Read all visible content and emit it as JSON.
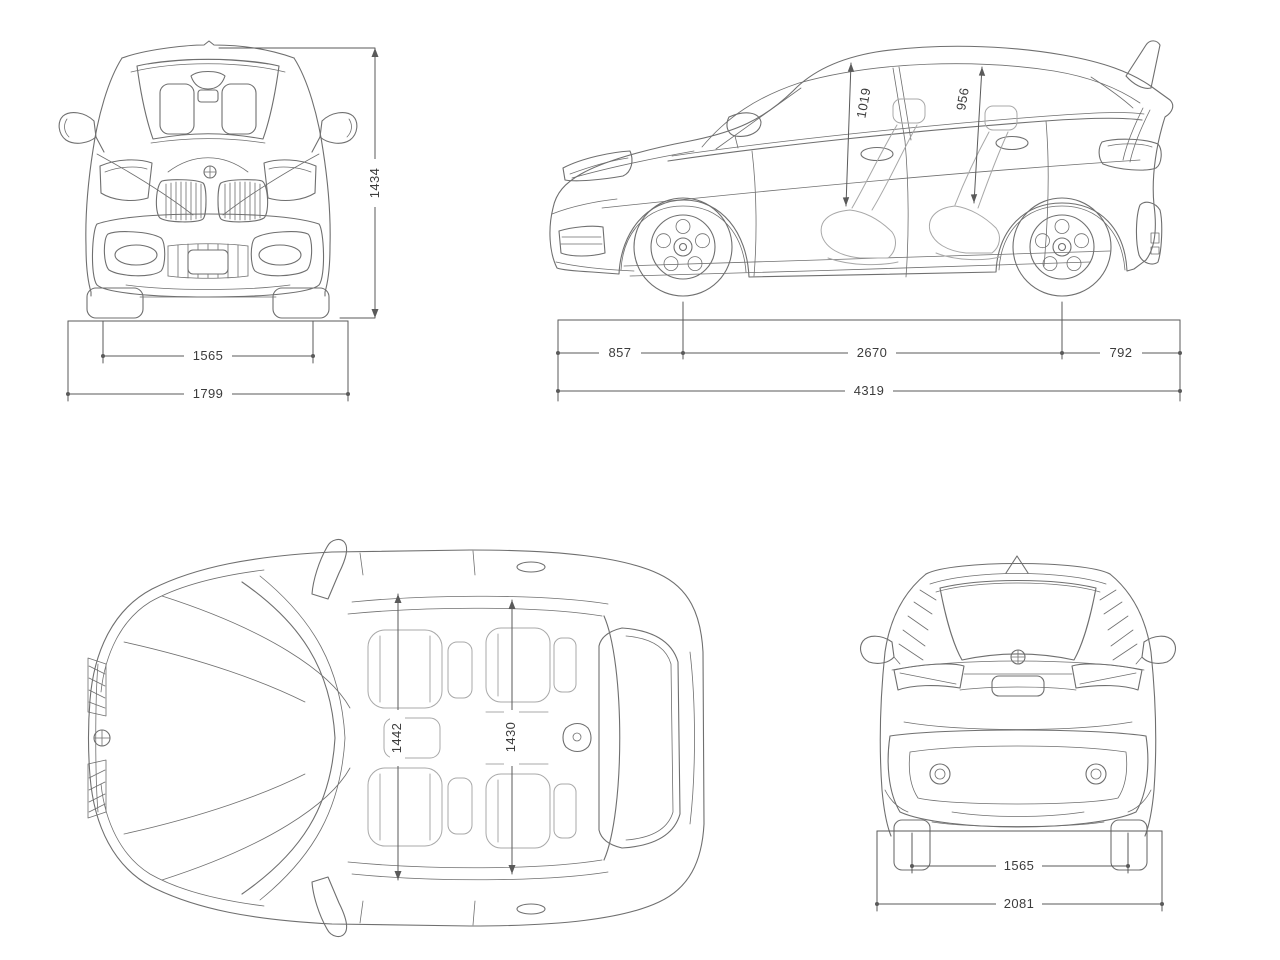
{
  "drawing": {
    "title": "car-four-view-dimension-blueprint",
    "colors": {
      "background": "#ffffff",
      "car_outline": "#6f6f6f",
      "dimension_line": "#5a5a5a",
      "dimension_text": "#3c3c3c",
      "seat_outline": "#a8a8a8"
    },
    "views": {
      "front": {
        "label": "front-view",
        "dimensions": {
          "overall_height": "1434",
          "track_width": "1565",
          "overall_width": "1799"
        }
      },
      "side": {
        "label": "side-view",
        "dimensions": {
          "front_headroom": "1019",
          "rear_headroom": "956",
          "front_overhang": "857",
          "wheelbase": "2670",
          "rear_overhang": "792",
          "overall_length": "4319"
        }
      },
      "top": {
        "label": "top-view",
        "dimensions": {
          "front_interior_width": "1442",
          "rear_interior_width": "1430"
        }
      },
      "rear": {
        "label": "rear-view",
        "dimensions": {
          "track_width": "1565",
          "overall_width_with_mirrors": "2081"
        }
      }
    }
  }
}
